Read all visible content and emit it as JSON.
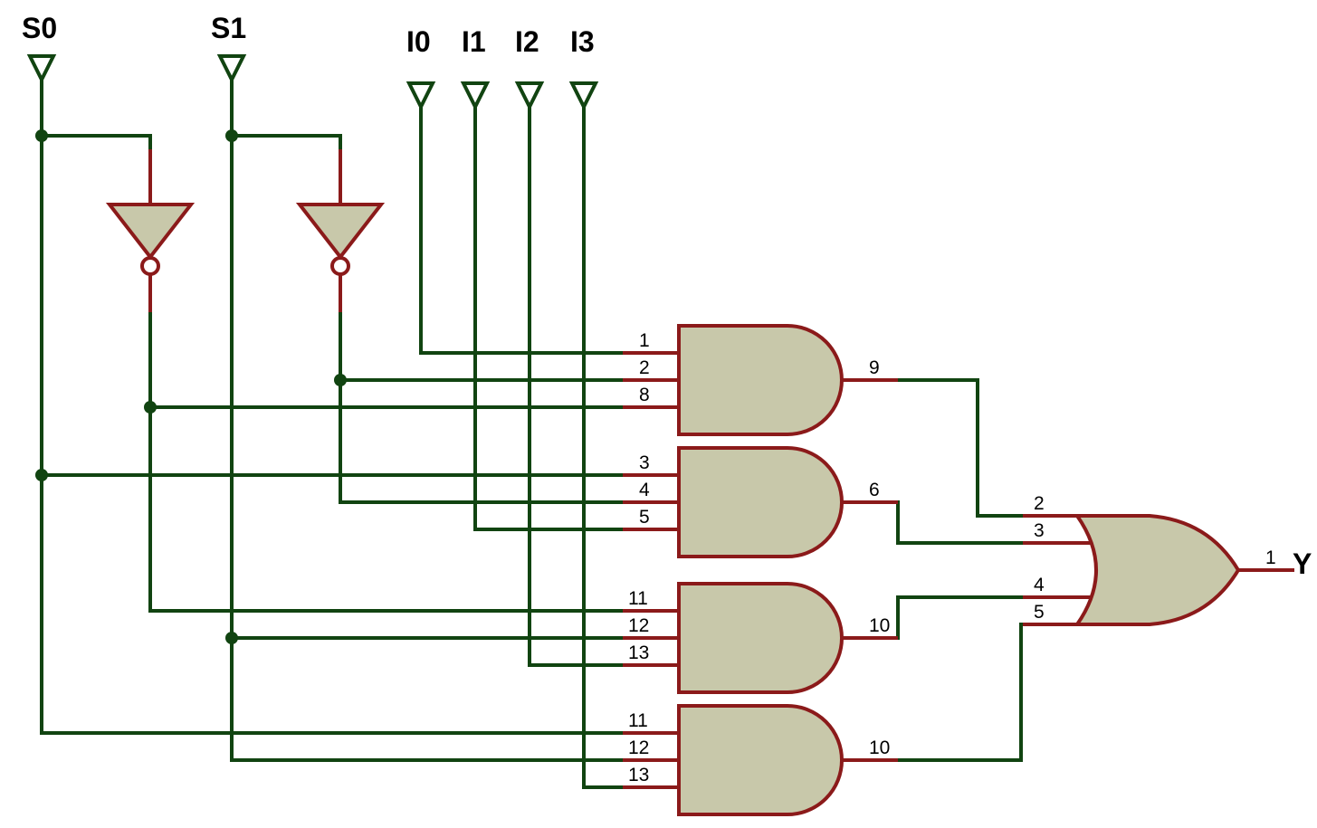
{
  "diagram": {
    "inputs": {
      "s0": "S0",
      "s1": "S1",
      "i0": "I0",
      "i1": "I1",
      "i2": "I2",
      "i3": "I3"
    },
    "output": "Y",
    "gates": {
      "and1": {
        "in_a": "1",
        "in_b": "2",
        "in_c": "8",
        "out": "9"
      },
      "and2": {
        "in_a": "3",
        "in_b": "4",
        "in_c": "5",
        "out": "6"
      },
      "and3": {
        "in_a": "11",
        "in_b": "12",
        "in_c": "13",
        "out": "10"
      },
      "and4": {
        "in_a": "11",
        "in_b": "12",
        "in_c": "13",
        "out": "10"
      },
      "or1": {
        "in_a": "2",
        "in_b": "3",
        "in_c": "4",
        "in_d": "5",
        "out": "1"
      }
    }
  }
}
